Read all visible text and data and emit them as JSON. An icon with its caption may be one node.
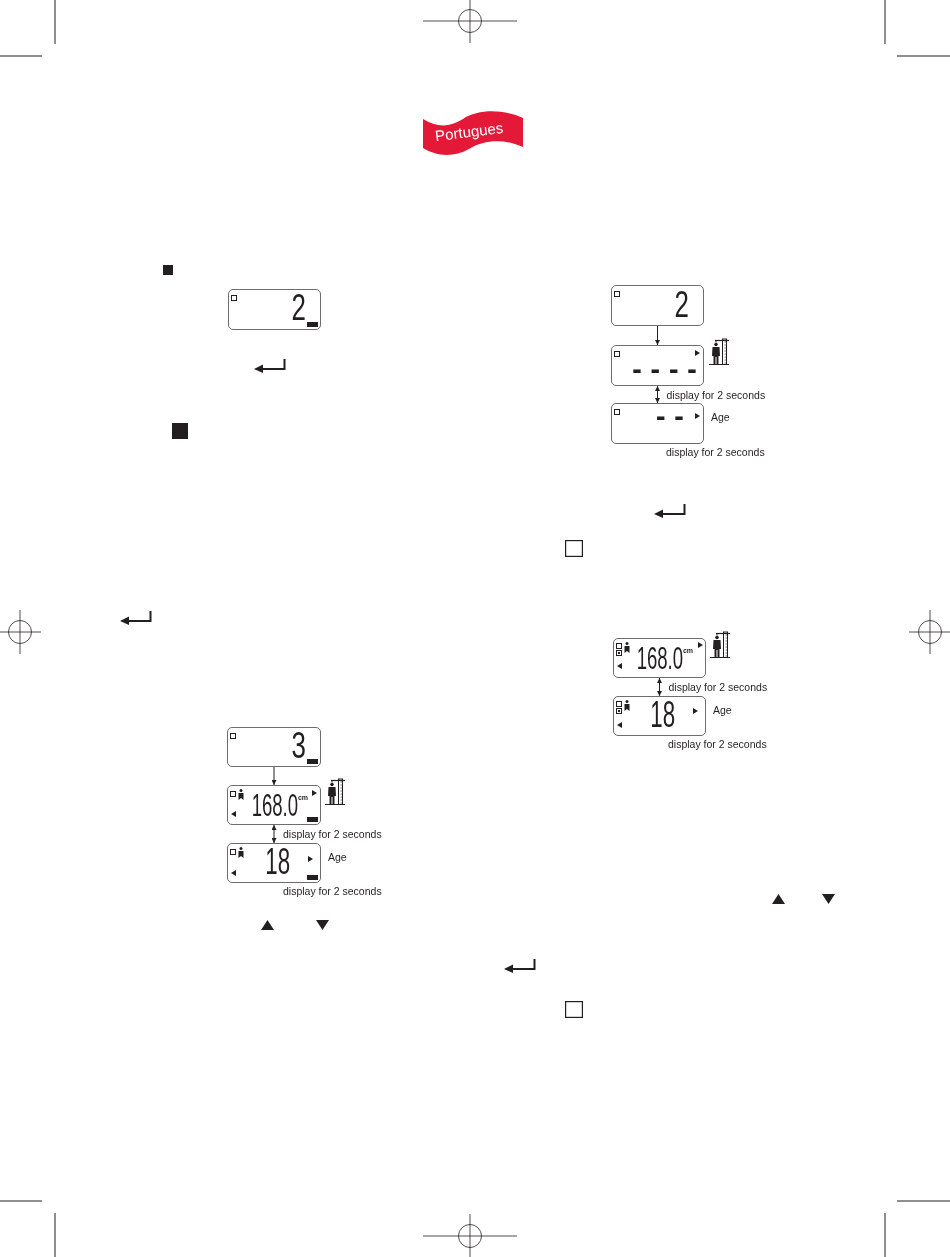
{
  "diagram": {
    "nodes": [
      {
        "text": [
          "Portugues"
        ]
      },
      {
        "text": [
          "2"
        ]
      },
      {
        "text": [
          "3"
        ]
      },
      {
        "text": [
          "168.0",
          "cm"
        ]
      },
      {
        "text": [
          "18"
        ],
        "beside": [
          "Age",
          "display for 2 seconds"
        ]
      },
      {
        "text": [
          "2"
        ]
      },
      {
        "text": [
          "- - - -"
        ]
      },
      {
        "text": [
          "- -"
        ],
        "beside": [
          "Age",
          "display for 2 seconds"
        ]
      },
      {
        "text": [
          "168.0",
          "cm"
        ]
      },
      {
        "text": [
          "18"
        ],
        "beside": [
          "Age",
          "display for 2 seconds"
        ]
      }
    ],
    "edges": [
      {
        "from": 2,
        "to": 3,
        "arrow": "to"
      },
      {
        "from": 3,
        "to": 4,
        "arrow": "both",
        "label": "display for 2 seconds"
      },
      {
        "from": 5,
        "to": 6,
        "arrow": "to"
      },
      {
        "from": 6,
        "to": 7,
        "arrow": "both",
        "label": "display for 2 seconds"
      },
      {
        "from": 8,
        "to": 9,
        "arrow": "both",
        "label": "display for 2 seconds"
      }
    ]
  }
}
